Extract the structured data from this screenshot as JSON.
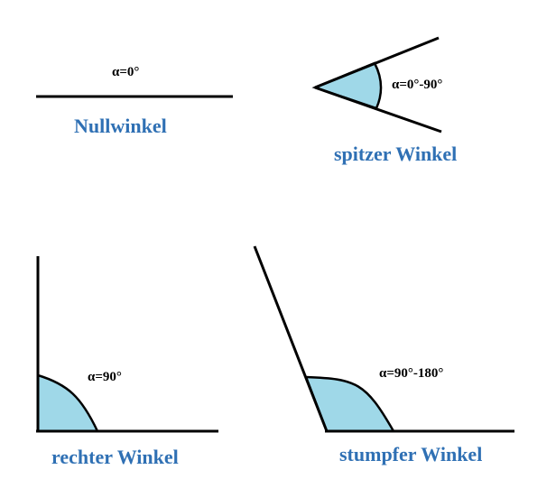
{
  "colors": {
    "fill": "#9fd8e8",
    "title": "#2f70b4",
    "stroke": "#000000"
  },
  "angles": [
    {
      "name": "Nullwinkel",
      "value_label": "α=0°"
    },
    {
      "name": "spitzer Winkel",
      "value_label": "α=0°-90°"
    },
    {
      "name": "rechter Winkel",
      "value_label": "α=90°"
    },
    {
      "name": "stumpfer Winkel",
      "value_label": "α=90°-180°"
    }
  ]
}
